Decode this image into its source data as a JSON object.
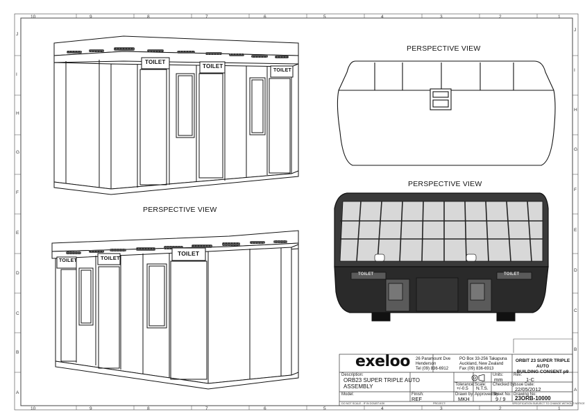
{
  "views": {
    "top_right_label": "PERSPECTIVE VIEW",
    "mid_right_label": "PERSPECTIVE VIEW",
    "mid_left_label": "PERSPECTIVE VIEW",
    "toilet_sign": "TOILET"
  },
  "zones": {
    "columns_top": [
      "10",
      "9",
      "8",
      "7",
      "6",
      "5",
      "4",
      "3",
      "2",
      "1"
    ],
    "columns_bottom": [
      "10",
      "9",
      "8",
      "7",
      "6",
      "5",
      "4",
      "3",
      "2",
      "1"
    ],
    "rows_left": [
      "J",
      "I",
      "H",
      "G",
      "F",
      "E",
      "D",
      "C",
      "B",
      "A"
    ],
    "rows_right": [
      "J",
      "I",
      "H",
      "G",
      "F",
      "E",
      "D",
      "C",
      "B",
      "A"
    ]
  },
  "title_block": {
    "logo": "exeloo",
    "address_1": [
      "26 Paramount Dve",
      "Henderson",
      "Tel (09) 836-6912"
    ],
    "address_2": [
      "PO Box 33-256 Takapuna",
      "Auckland, New Zealand",
      "Fax (09) 836-6913"
    ],
    "project_title": [
      "ORBIT 23 SUPER TRIPLE AUTO",
      "BUILDING CONSENT p9"
    ],
    "description_label": "Description:",
    "description": [
      "ORB23 SUPER TRIPLE AUTO",
      "ASSEMBLY"
    ],
    "units_label": "Units:",
    "units": "mm",
    "rev_label": "Rev:",
    "rev": "1-C",
    "tolerance_label": "Tolerance:",
    "tolerance": "+/-0.5",
    "scale_label": "Scale:",
    "scale": "N.T.S.",
    "checked_label": "Checked by:",
    "issue_label": "Issue Date:",
    "issue_date": "22/05/2012",
    "model_label": "Model:",
    "finish_label": "Finish:",
    "finish": "REF",
    "drawn_label": "Drawn by:",
    "drawn": "MKH",
    "approved_label": "Approved by:",
    "sheet_label": "Sheet No:",
    "sheet": "9 / 9",
    "drawing_no_label": "Drawing No:",
    "drawing_no": "23ORB-10000",
    "note_left": "DO NOT SCALE - IF IN DOUBT ASK",
    "note_project": "PROJECT:",
    "note_right": "SPECIFICATION SUBJECT TO CHANGE WITHOUT NOTICE"
  }
}
